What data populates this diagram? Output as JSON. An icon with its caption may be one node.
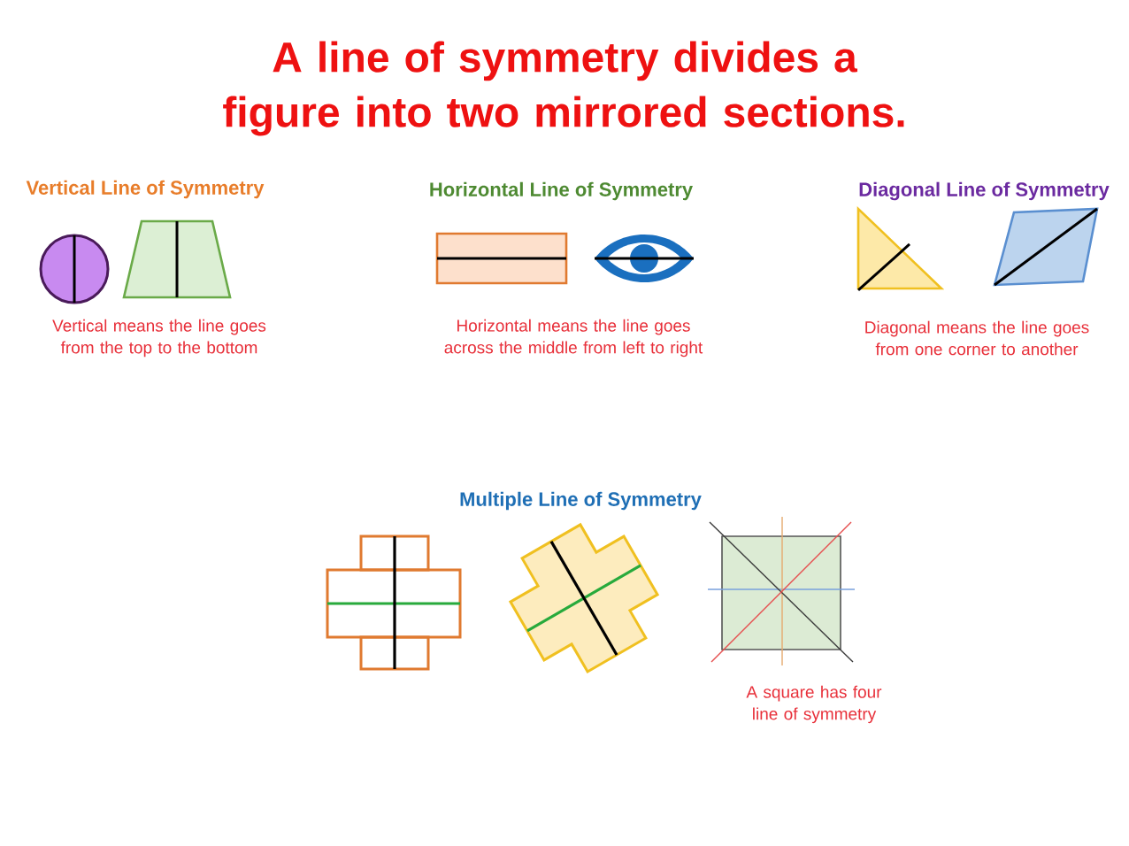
{
  "diagram": {
    "title": "A line of symmetry divides a figure into two mirrored sections.",
    "labels": [
      "Vertical Line of Symmetry",
      "Horizontal Line of Symmetry",
      "Diagonal Line of Symmetry",
      "Vertical means the line goes from the top to the bottom",
      "Horizontal means the line goes across the middle from left to right",
      "Diagonal means the line goes from one corner to another",
      "Multiple Line of Symmetry",
      "A square has four line of symmetry"
    ]
  }
}
